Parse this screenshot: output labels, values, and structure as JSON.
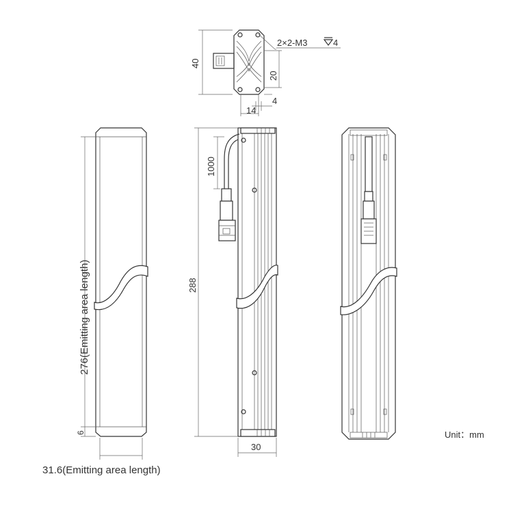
{
  "labels": {
    "thread_spec": "2×2-M3",
    "thread_depth": "4",
    "dim_40": "40",
    "dim_20": "20",
    "dim_4": "4",
    "dim_14": "14",
    "dim_1000": "1000",
    "dim_288": "288",
    "dim_276": "276(Emitting area length)",
    "dim_6": "6",
    "dim_30": "30",
    "dim_31_6": "31.6(Emitting area length)",
    "unit": "Unit：mm"
  }
}
